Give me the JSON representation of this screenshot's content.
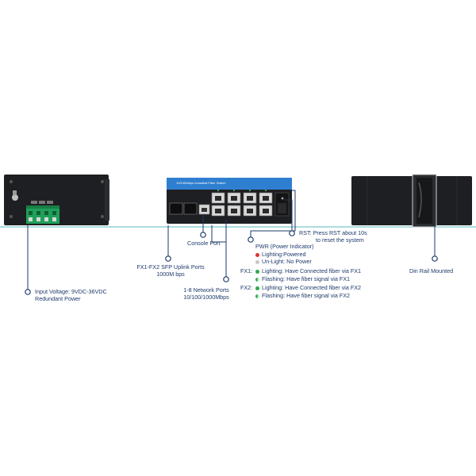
{
  "device": {
    "front_label": "10/100Mbps Industrial Fiber Switch"
  },
  "labels": {
    "console": "Console Port",
    "sfp_line1": "FX1-FX2 SFP Uplink Ports",
    "sfp_line2": "1000M bps",
    "net_line1": "1-8 Network Ports",
    "net_line2": "10/100/1000Mbps",
    "power_line1": "Input Voltage: 9VDC-36VDC",
    "power_line2": "Redundant Power",
    "rst_line1": "RST: Press RST about 10s",
    "rst_line2": "to reset the system",
    "din": "Din Rail Mounted",
    "pwr_title": "PWR (Power Indicator)",
    "pwr_on": "Lighting:Powered",
    "pwr_off": "Un-Light: No Power",
    "fx1_tag": "FX1:",
    "fx1_on": "Lighting: Have Connected fiber via FX1",
    "fx1_flash": "Flashing: Have fiber signal via FX1",
    "fx2_tag": "FX2:",
    "fx2_on": "Lighting: Have Connected fiber via FX2",
    "fx2_flash": "Flashing: Have fiber signal via FX2"
  },
  "colors": {
    "label_text": "#1d3a6b",
    "callout_line": "#1d3a6b",
    "pwr_on_dot": "#e03131",
    "pwr_off_dot": "#c8c8c8",
    "led_green": "#2ea84f",
    "device_body": "#1e1f22",
    "front_panel_blue": "#2f7fd0"
  }
}
